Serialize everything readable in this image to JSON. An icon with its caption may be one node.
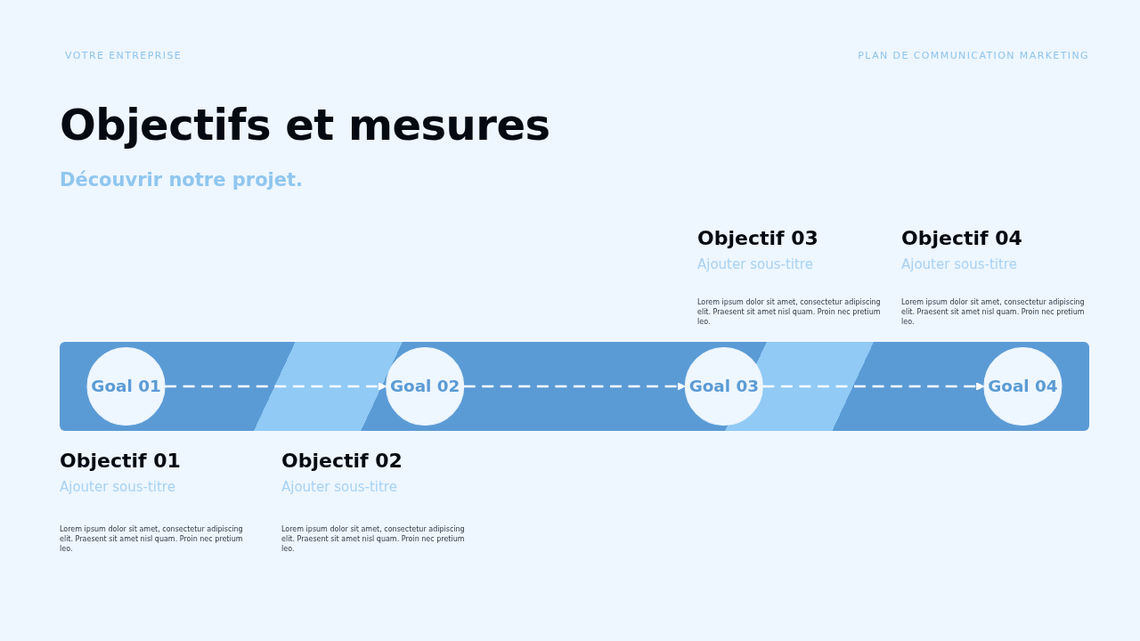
{
  "diagram": {
    "title": "Objectifs et mesures",
    "nodes": [
      {
        "text": [
          "Goal 01"
        ]
      },
      {
        "text": [
          "Goal 02"
        ]
      },
      {
        "text": [
          "Goal 03"
        ]
      },
      {
        "text": [
          "Goal 04"
        ]
      }
    ],
    "edges": [
      {
        "from": 0,
        "to": 1,
        "arrow": "to",
        "style": "dashed"
      },
      {
        "from": 1,
        "to": 2,
        "arrow": "to",
        "style": "dashed"
      },
      {
        "from": 2,
        "to": 3,
        "arrow": "to",
        "style": "dashed"
      }
    ],
    "labels": [
      "VOTRE ENTREPRISE",
      "PLAN DE COMMUNICATION MARKETING",
      "Découvrir notre projet.",
      "Objectif 03",
      "Ajouter sous-titre",
      "Lorem ipsum dolor sit amet, consectetur adipiscing elit. Praesent sit amet nisl quam. Proin nec pretium leo.",
      "Objectif 04",
      "Ajouter sous-titre",
      "Lorem ipsum dolor sit amet, consectetur adipiscing elit. Praesent sit amet nisl quam. Proin nec pretium leo.",
      "Objectif 01",
      "Ajouter sous-titre",
      "Lorem ipsum dolor sit amet, consectetur adipiscing elit. Praesent sit amet nisl quam. Proin nec pretium leo.",
      "Objectif 02",
      "Ajouter sous-titre",
      "Lorem ipsum dolor sit amet, consectetur adipiscing elit. Praesent sit amet nisl quam. Proin nec pretium leo."
    ]
  }
}
